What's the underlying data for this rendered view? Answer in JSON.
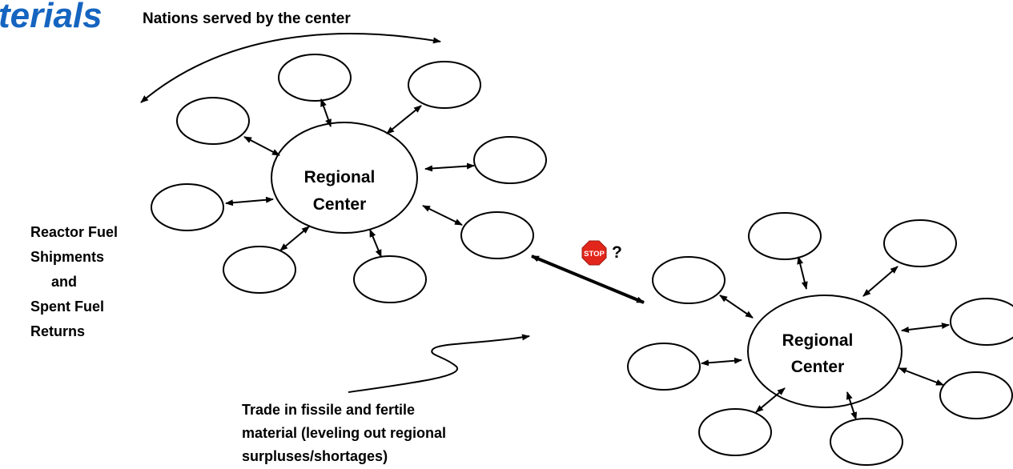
{
  "title": {
    "partial": "terials",
    "subtitle": "Nations served by the center"
  },
  "centers": [
    {
      "label_line1": "Regional",
      "label_line2": "Center"
    },
    {
      "label_line1": "Regional",
      "label_line2": "Center"
    }
  ],
  "left_annotation": [
    "Reactor Fuel",
    "Shipments",
    "and",
    "Spent Fuel",
    "Returns"
  ],
  "trade_annotation": [
    "Trade in fissile and fertile",
    "material (leveling out regional",
    "surpluses/shortages)"
  ],
  "stop_sign": {
    "text": "STOP",
    "question": "?"
  },
  "colors": {
    "title": "#1565c0",
    "stroke": "#000000",
    "stop_red": "#e3261b",
    "stop_text": "#ffffff"
  }
}
